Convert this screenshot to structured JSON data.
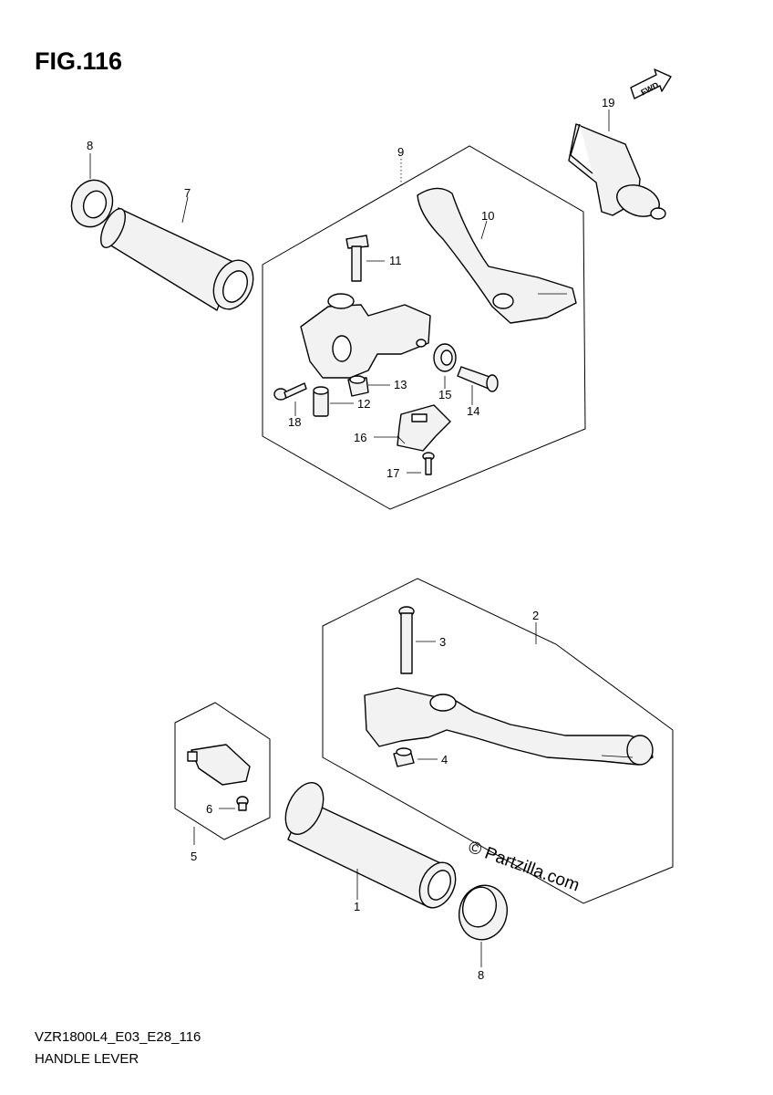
{
  "header": {
    "figure_title": "FIG.116"
  },
  "footer": {
    "model_code": "VZR1800L4_E03_E28_116",
    "section_name": "HANDLE LEVER"
  },
  "watermark": {
    "text": "© Partzilla.com"
  },
  "fwd_arrow": {
    "label": "FWD"
  },
  "callouts": {
    "p1": "1",
    "p2": "2",
    "p3": "3",
    "p4": "4",
    "p5": "5",
    "p6": "6",
    "p7": "7",
    "p8a": "8",
    "p8b": "8",
    "p9": "9",
    "p10": "10",
    "p11": "11",
    "p12": "12",
    "p13": "13",
    "p14": "14",
    "p15": "15",
    "p16": "16",
    "p17": "17",
    "p18": "18",
    "p19": "19"
  }
}
